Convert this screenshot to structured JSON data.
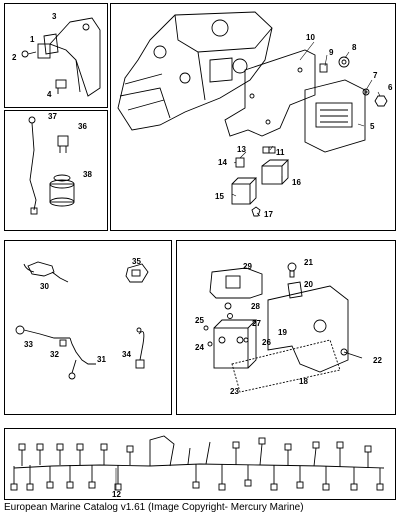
{
  "caption": "European Marine Catalog v1.61 (Image Copyright- Mercury Marine)",
  "parts": {
    "p1": "1",
    "p2": "2",
    "p3": "3",
    "p4": "4",
    "p5": "5",
    "p6": "6",
    "p7": "7",
    "p8": "8",
    "p9": "9",
    "p10": "10",
    "p11": "11",
    "p12": "12",
    "p13": "13",
    "p14": "14",
    "p15": "15",
    "p16": "16",
    "p17": "17",
    "p18": "18",
    "p19": "19",
    "p20": "20",
    "p21": "21",
    "p22": "22",
    "p23": "23",
    "p24": "24",
    "p25": "25",
    "p26": "26",
    "p27": "27",
    "p28": "28",
    "p29": "29",
    "p30": "30",
    "p31": "31",
    "p32": "32",
    "p33": "33",
    "p34": "34",
    "p35": "35",
    "p36": "36",
    "p37": "37",
    "p38": "38"
  }
}
